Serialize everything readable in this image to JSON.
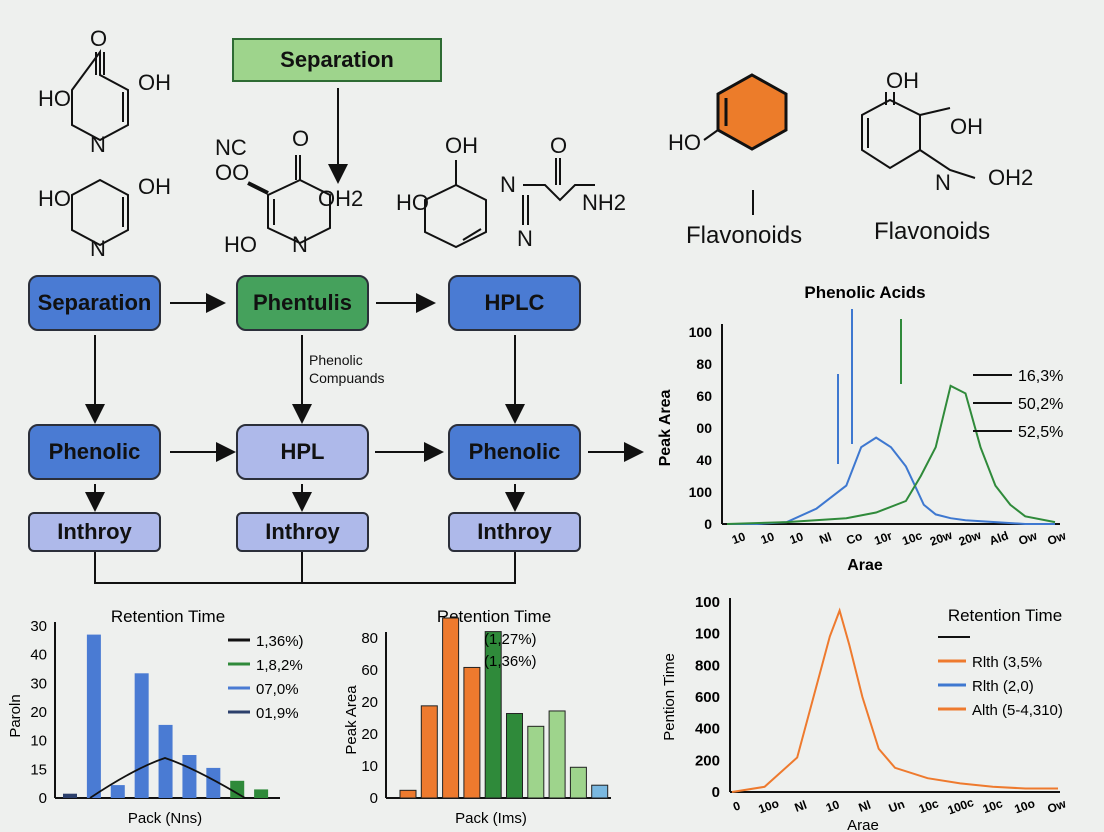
{
  "top": {
    "separation_label": "Separation",
    "flavonoids_label_1": "Flavonoids",
    "flavonoids_label_2": "Flavonoids",
    "molecules": {
      "m1": {
        "o": "O",
        "oh": "OH",
        "ho": "HO",
        "n": "N"
      },
      "m2": {
        "oh": "OH",
        "ho": "HO",
        "n": "N"
      },
      "m3": {
        "nc": "NC",
        "oo": "OO",
        "o": "O",
        "oh2": "OH2",
        "ho": "HO",
        "n": "N"
      },
      "m4": {
        "oh": "OH",
        "ho": "HO"
      },
      "m5": {
        "n1": "N",
        "o": "O",
        "nh2": "NH2",
        "n2": "N"
      },
      "m6": {
        "ho": "HO"
      },
      "m7": {
        "oh1": "OH",
        "oh2": "OH",
        "n": "N",
        "oh_sub": "OH2"
      }
    }
  },
  "flow": {
    "row1": [
      "Separation",
      "Phentulis",
      "HPLC"
    ],
    "row2": [
      "Phenolic",
      "HPL",
      "Phenolic"
    ],
    "row3": [
      "Inthroy",
      "Inthroy",
      "Inthroy"
    ],
    "side_label": "Phenolic\nCompuands"
  },
  "colors": {
    "blue_box": "#4a7bd3",
    "green_box": "#45a15c",
    "lavender_box": "#aeb9ea",
    "light_green_box": "#9ed48c",
    "series_blue": "#3e78d0",
    "series_green": "#2f8a3a",
    "series_orange": "#ee7a2e"
  },
  "chart_data": [
    {
      "type": "line",
      "title": "Phenolic Acids",
      "xlabel": "Arae",
      "ylabel": "Peak Area",
      "y_ticks": [
        "100",
        "80",
        "60",
        "00",
        "40",
        "100",
        "0"
      ],
      "x_ticks": [
        "10",
        "10",
        "10",
        "Nl",
        "Co",
        "10r",
        "10c",
        "20w",
        "20w",
        "Ald",
        "Ow",
        "Ow"
      ],
      "legend": [
        "16,3%",
        "50,2%",
        "52,5%"
      ],
      "series": [
        {
          "color": "#3e78d0",
          "x": [
            0,
            1,
            2,
            3,
            4,
            4.5,
            5,
            5.5,
            6,
            6.3,
            6.6,
            7,
            7.5,
            8,
            9,
            10,
            11
          ],
          "y": [
            0,
            0,
            1,
            8,
            20,
            40,
            45,
            40,
            30,
            20,
            10,
            5,
            3,
            2,
            1,
            0,
            0
          ]
        },
        {
          "color": "#2f8a3a",
          "x": [
            0,
            2,
            4,
            5,
            6,
            6.5,
            7,
            7.5,
            8,
            8.5,
            9,
            9.5,
            10,
            11
          ],
          "y": [
            0,
            1,
            3,
            6,
            12,
            25,
            40,
            72,
            68,
            40,
            20,
            10,
            4,
            1
          ]
        }
      ]
    },
    {
      "type": "bar",
      "title": "Retention Time",
      "xlabel": "Pack (Nns)",
      "ylabel": "Paroln",
      "y_ticks": [
        "30",
        "40",
        "30",
        "20",
        "10",
        "15",
        "0"
      ],
      "legend": [
        "1,36%)",
        "1,8,2%",
        "07,0%",
        "01,9%"
      ],
      "values": [
        1,
        38,
        3,
        29,
        17,
        10,
        7,
        4,
        2
      ],
      "bar_colors": [
        "#2b3f6b",
        "#4a7bd3",
        "#4a7bd3",
        "#4a7bd3",
        "#4a7bd3",
        "#4a7bd3",
        "#4a7bd3",
        "#2f8a3a",
        "#2f8a3a"
      ]
    },
    {
      "type": "bar",
      "title": "Retention Time",
      "xlabel": "Pack (Ims)",
      "ylabel": "Peak Area",
      "y_ticks": [
        "80",
        "60",
        "20",
        "20",
        "10",
        "0"
      ],
      "legend": [
        "(1,27%)",
        "(1,36%)"
      ],
      "values": [
        3,
        36,
        76,
        51,
        65,
        33,
        28,
        34,
        12,
        5
      ],
      "bar_colors": [
        "#ee7a2e",
        "#ee7a2e",
        "#ee7a2e",
        "#ee7a2e",
        "#2f8a3a",
        "#2f8a3a",
        "#9ed48c",
        "#9ed48c",
        "#9ed48c",
        "#7ab8e0"
      ]
    },
    {
      "type": "line",
      "title": "Retention Time",
      "xlabel": "Arae",
      "ylabel": "Pention Time",
      "y_ticks": [
        "100",
        "100",
        "800",
        "600",
        "400",
        "200",
        "0"
      ],
      "x_ticks": [
        "0",
        "10o",
        "Nl",
        "10",
        "Nl",
        "Un",
        "10c",
        "100c",
        "10c",
        "10o",
        "Ow"
      ],
      "legend": [
        "Rlth (3,5%",
        "Rlth (2,0)",
        "Alth (5-4,310)"
      ],
      "series": [
        {
          "color": "#ee7a2e",
          "x": [
            0,
            1,
            2,
            2.5,
            3,
            3.3,
            3.6,
            4,
            4.5,
            5,
            6,
            7,
            8,
            9,
            10
          ],
          "y": [
            0,
            3,
            20,
            55,
            90,
            105,
            85,
            55,
            25,
            14,
            8,
            5,
            3,
            2,
            2
          ]
        }
      ]
    }
  ]
}
